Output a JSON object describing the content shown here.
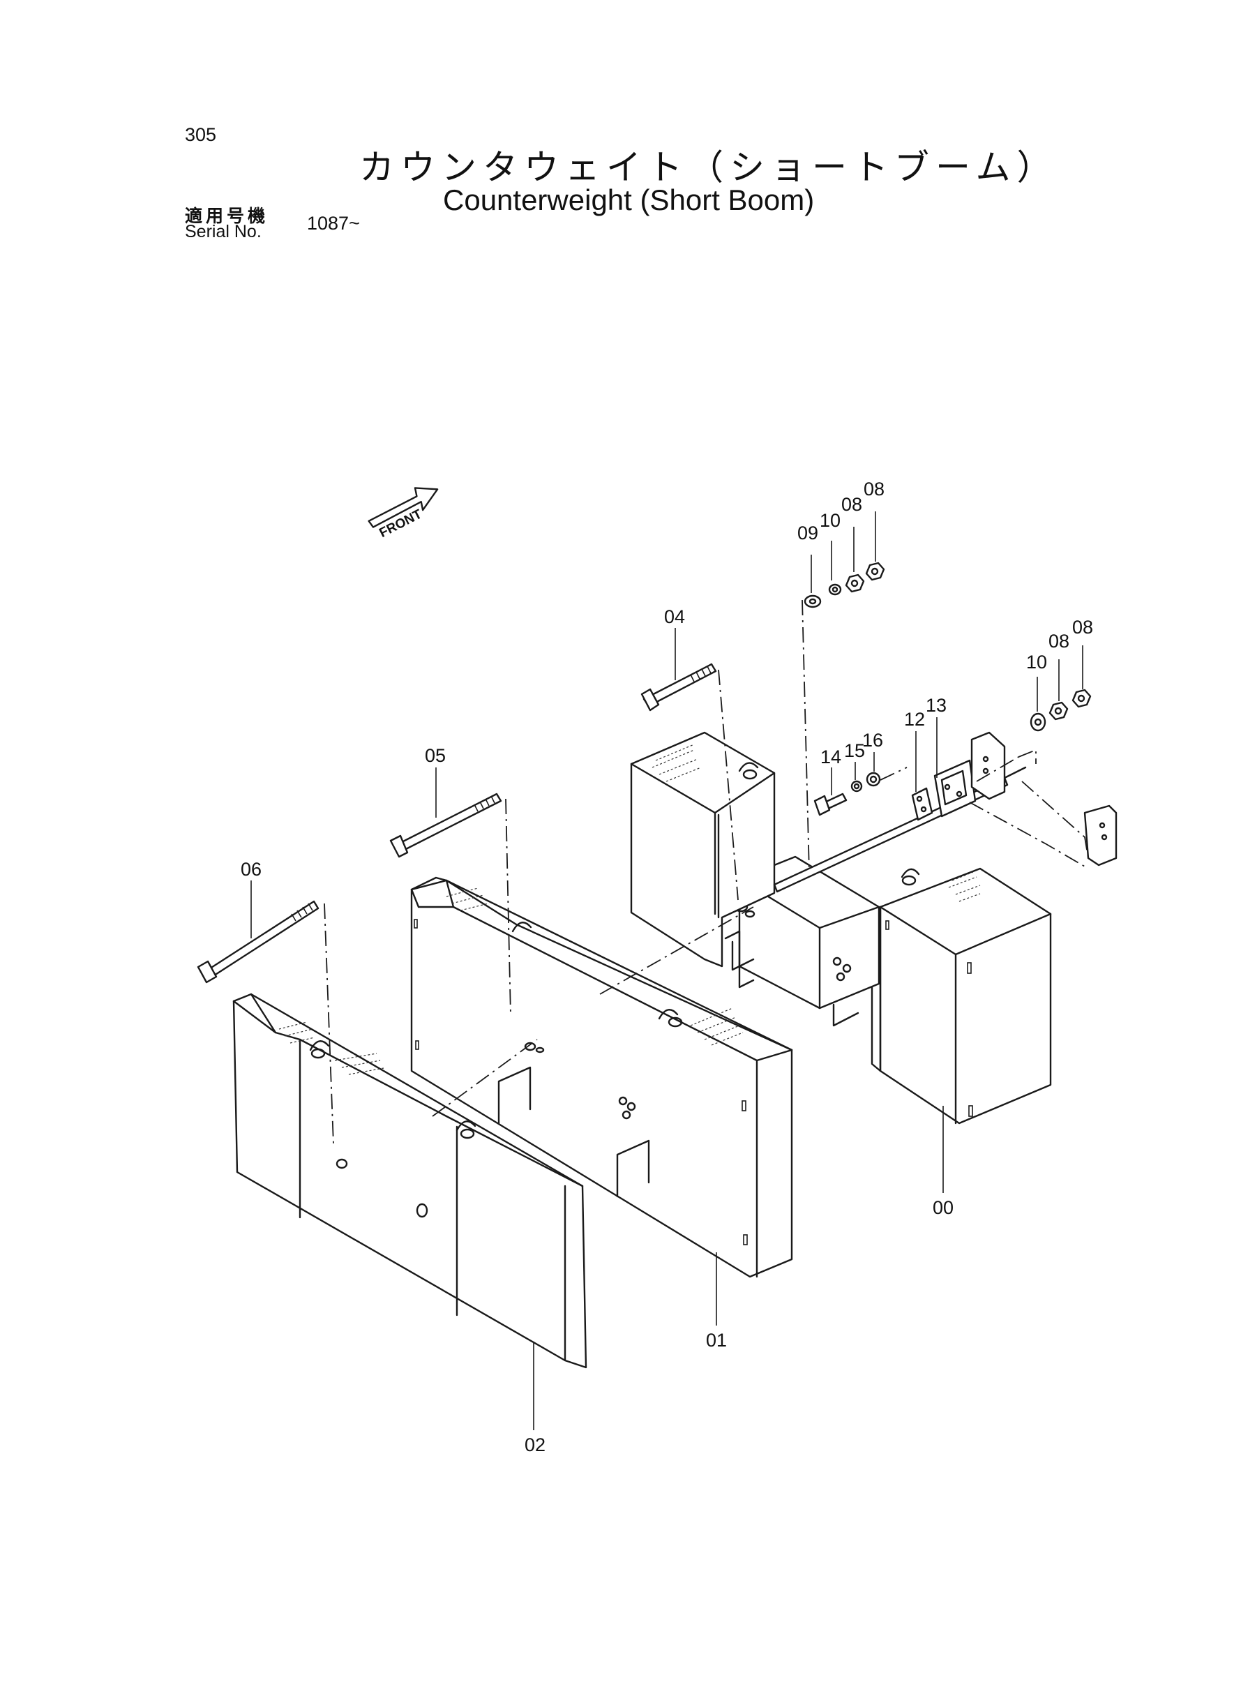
{
  "header": {
    "page_number": "305",
    "title_ja": "カウンタウェイト（ショートブーム）",
    "title_en": "Counterweight (Short Boom)",
    "serial_label_ja": "適用号機",
    "serial_label_en": "Serial No.",
    "serial_value": "1087~"
  },
  "diagram": {
    "front_label": "FRONT",
    "callouts": [
      "00",
      "01",
      "02",
      "04",
      "05",
      "06",
      "08",
      "08",
      "08",
      "08",
      "09",
      "10",
      "10",
      "12",
      "13",
      "14",
      "15",
      "16"
    ]
  }
}
